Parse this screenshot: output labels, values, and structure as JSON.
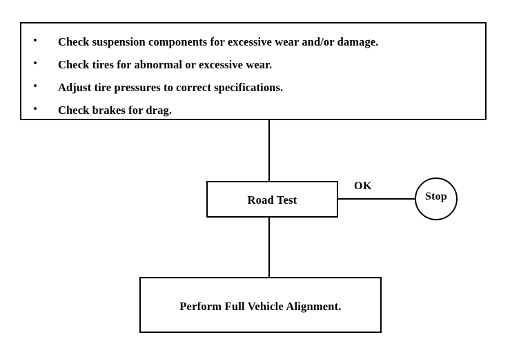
{
  "diagram": {
    "title": "Vehicle Alignment Road Test Flowchart",
    "background_color": "#ffffff",
    "line_color": "#000000",
    "text_color": "#000000",
    "checklist": {
      "bullet_glyph": "•",
      "items": [
        {
          "text": "Check suspension components for excessive wear and/or damage."
        },
        {
          "text": "Check tires for abnormal or excessive wear."
        },
        {
          "text": "Adjust tire pressures to correct specifications."
        },
        {
          "text": "Check brakes for drag."
        }
      ]
    },
    "nodes": {
      "road_test": {
        "label": "Road Test",
        "shape": "rectangle"
      },
      "stop": {
        "label": "Stop",
        "shape": "circle"
      },
      "alignment": {
        "label": "Perform Full Vehicle Alignment.",
        "shape": "rectangle"
      }
    },
    "edges": {
      "checklist_to_road_test": {
        "label": ""
      },
      "road_test_to_stop": {
        "label": "OK"
      },
      "road_test_to_alignment": {
        "label": ""
      }
    }
  }
}
